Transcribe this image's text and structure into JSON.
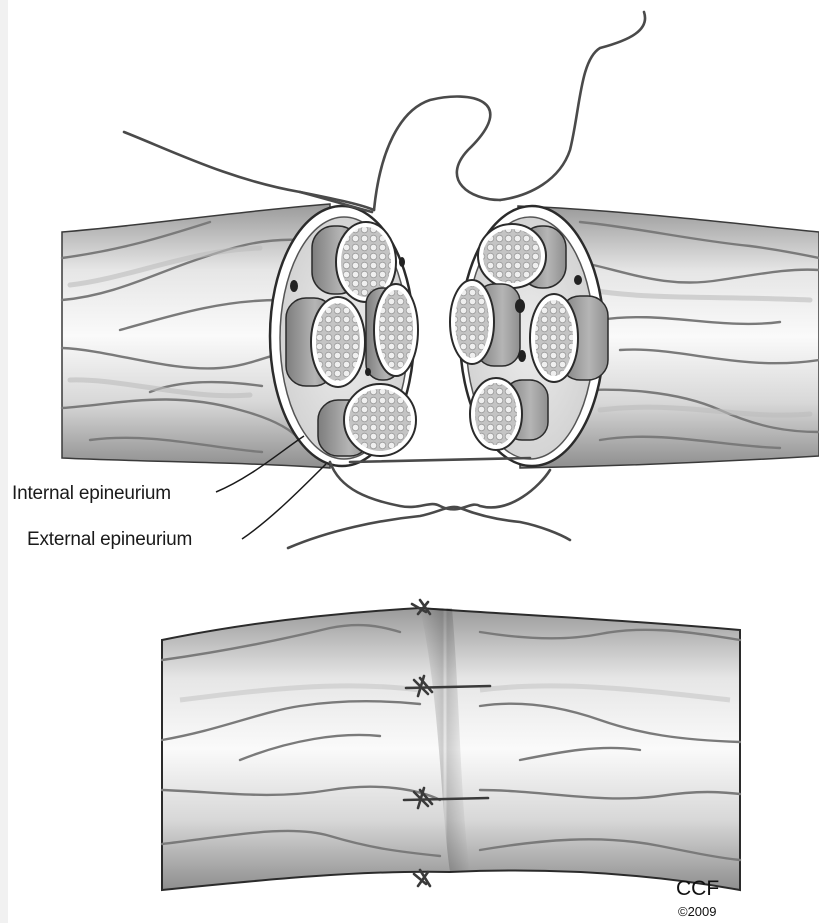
{
  "labels": {
    "internal_epineurium": "Internal epineurium",
    "external_epineurium": "External epineurium"
  },
  "credit": {
    "org": "CCF",
    "year": "©2009"
  },
  "colors": {
    "background": "#ffffff",
    "nerve_fill_light": "#f2f2f2",
    "nerve_fill_dark": "#8c8c8c",
    "outline": "#2b2b2b",
    "suture": "#4a4a4a"
  }
}
